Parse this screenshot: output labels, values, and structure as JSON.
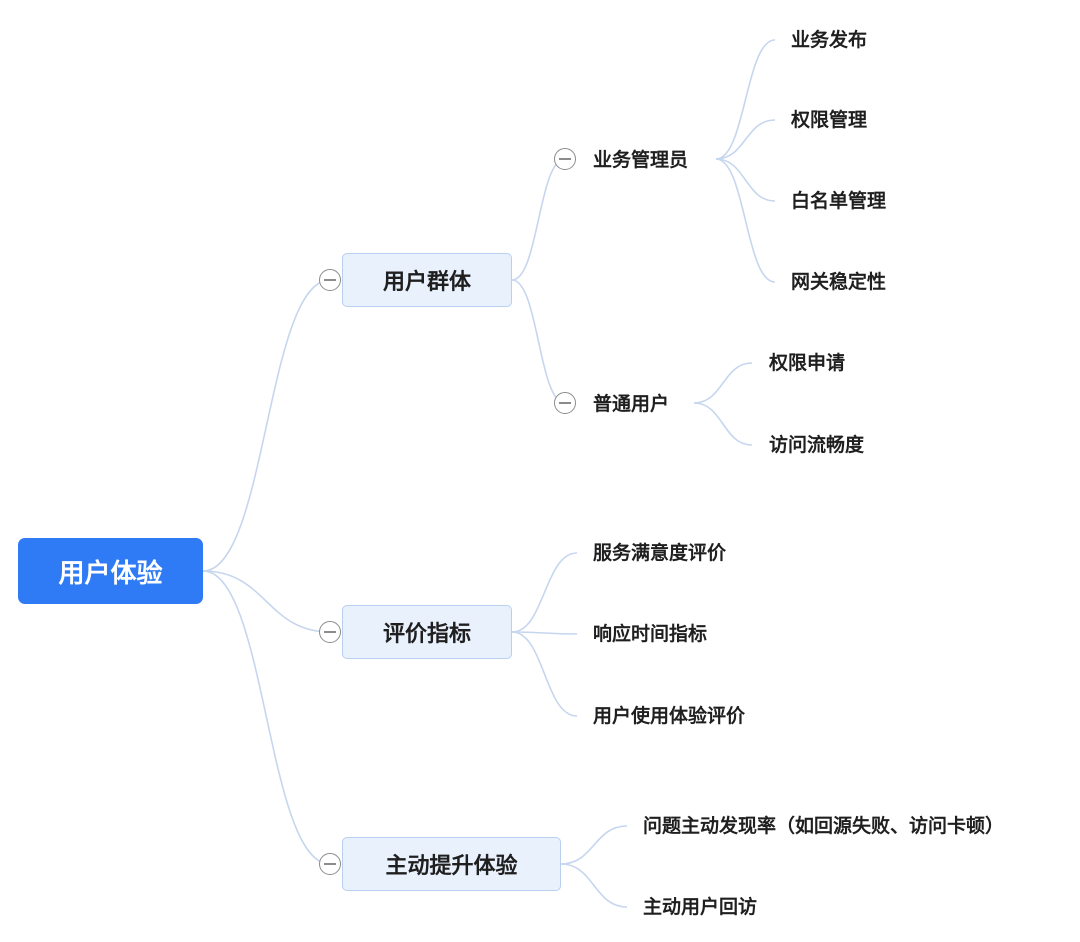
{
  "root": {
    "label": "用户体验"
  },
  "branches": [
    {
      "label": "用户群体",
      "children": [
        {
          "label": "业务管理员",
          "children": [
            "业务发布",
            "权限管理",
            "白名单管理",
            "网关稳定性"
          ]
        },
        {
          "label": "普通用户",
          "children": [
            "权限申请",
            "访问流畅度"
          ]
        }
      ]
    },
    {
      "label": "评价指标",
      "children": [
        "服务满意度评价",
        "响应时间指标",
        "用户使用体验评价"
      ]
    },
    {
      "label": "主动提升体验",
      "children": [
        "问题主动发现率（如回源失败、访问卡顿）",
        "主动用户回访"
      ]
    }
  ],
  "colors": {
    "root_fill": "#2f7bf6",
    "branch_fill": "#e9f1fd",
    "branch_border": "#b9d0f1",
    "connector": "#c6d6ee"
  }
}
